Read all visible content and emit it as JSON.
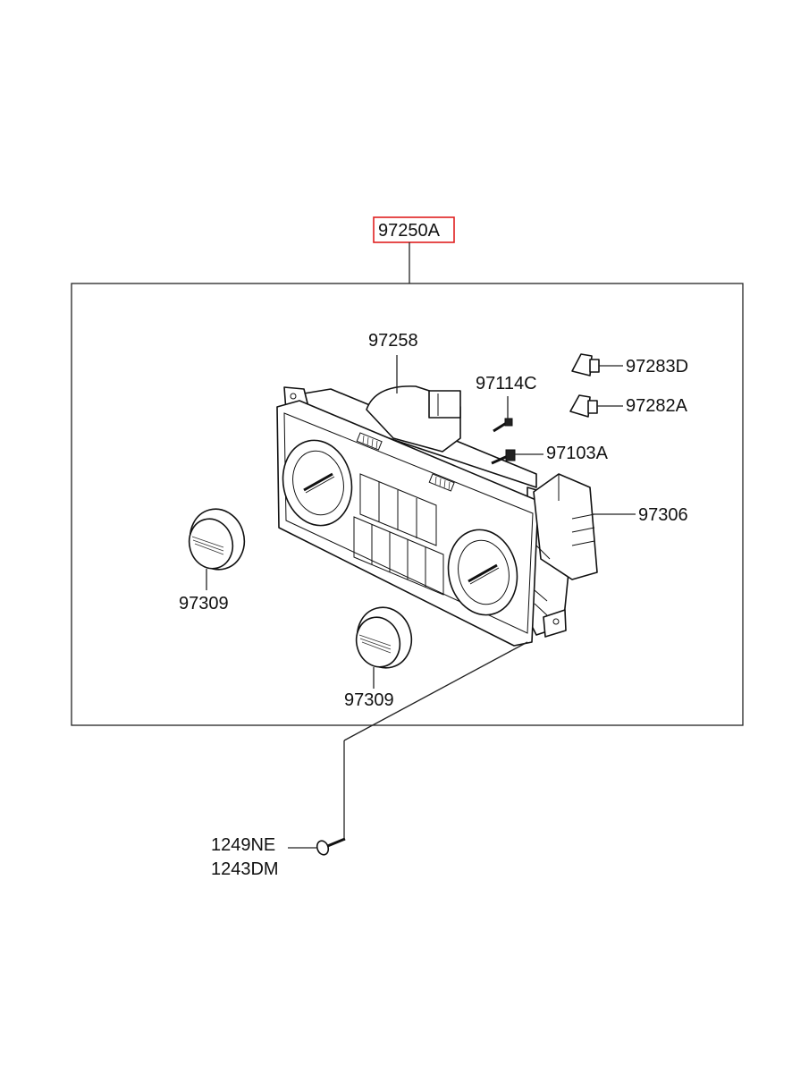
{
  "diagram": {
    "assembly_label": "97250A",
    "labels": {
      "motor": "97258",
      "screw_small": "97114C",
      "bulb_d": "97283D",
      "bulb_a": "97282A",
      "screw_b": "97103A",
      "switch": "97306",
      "knob_left": "97309",
      "knob_bottom": "97309",
      "bolt_1": "1249NE",
      "bolt_2": "1243DM"
    },
    "colors": {
      "highlight_box": "#e02020",
      "lines": "#222222"
    }
  }
}
